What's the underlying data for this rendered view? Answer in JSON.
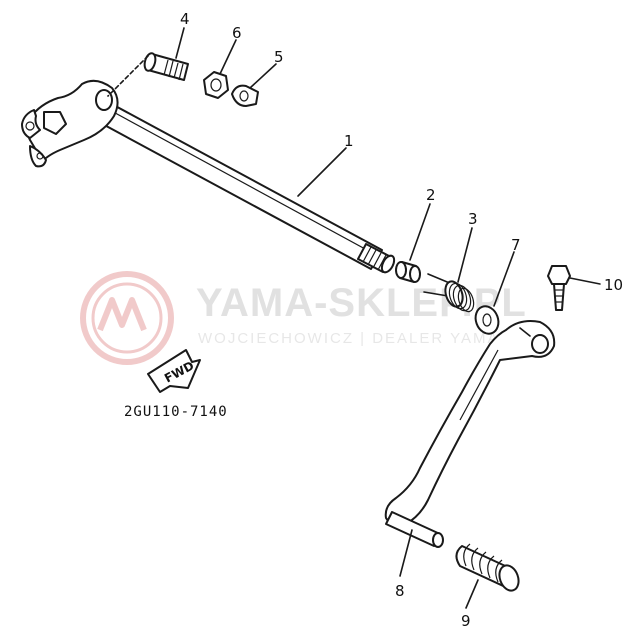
{
  "diagram": {
    "drawing_code": "2GU110-7140",
    "fwd_label": "FWD",
    "callouts": [
      {
        "id": "1",
        "label": "1"
      },
      {
        "id": "2",
        "label": "2"
      },
      {
        "id": "3",
        "label": "3"
      },
      {
        "id": "4",
        "label": "4"
      },
      {
        "id": "5",
        "label": "5"
      },
      {
        "id": "6",
        "label": "6"
      },
      {
        "id": "7",
        "label": "7"
      },
      {
        "id": "8",
        "label": "8"
      },
      {
        "id": "9",
        "label": "9"
      },
      {
        "id": "10",
        "label": "10"
      }
    ]
  },
  "watermark": {
    "title": "YAMA-SKLEP.PL",
    "subtitle": "WOJCIECHOWICZ | DEALER YAMAHA",
    "logo_color": "#e6a0a0"
  }
}
